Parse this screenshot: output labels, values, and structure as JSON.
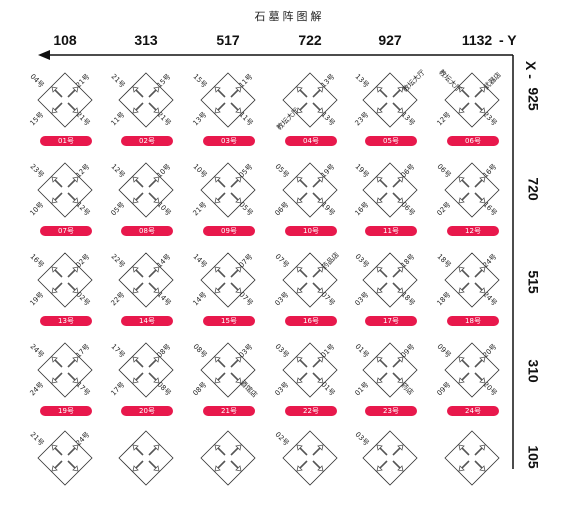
{
  "title": "石墓阵图解",
  "x_axis": {
    "labels": [
      "108",
      "313",
      "517",
      "722",
      "927",
      "1132"
    ],
    "label": "- Y"
  },
  "y_axis": {
    "labels": [
      "925",
      "720",
      "515",
      "310",
      "105"
    ],
    "label": "X -"
  },
  "rows": [
    [
      {
        "tl": "04号",
        "tr": "21号",
        "bl": "15号",
        "br": "21号",
        "name": "01号"
      },
      {
        "tl": "21号",
        "tr": "15号",
        "bl": "11号",
        "br": "21号",
        "name": "02号"
      },
      {
        "tl": "15号",
        "tr": "11号",
        "bl": "13号",
        "br": "11号",
        "name": "03号"
      },
      {
        "tl": "",
        "tr": "13号",
        "bl": "教坛大厅",
        "br": "13号",
        "name": "04号"
      },
      {
        "tl": "13号",
        "tr": "教坛大厅",
        "bl": "23号",
        "br": "13号",
        "name": "05号"
      },
      {
        "tl": "教坛大厅",
        "tr": "武器店",
        "bl": "12号",
        "br": "23号",
        "name": "06号"
      }
    ],
    [
      {
        "tl": "23号",
        "tr": "12号",
        "bl": "10号",
        "br": "12号",
        "name": "07号"
      },
      {
        "tl": "12号",
        "tr": "10号",
        "bl": "05号",
        "br": "10号",
        "name": "08号"
      },
      {
        "tl": "10号",
        "tr": "05号",
        "bl": "21号",
        "br": "05号",
        "name": "09号"
      },
      {
        "tl": "05号",
        "tr": "19号",
        "bl": "06号",
        "br": "19号",
        "name": "10号"
      },
      {
        "tl": "19号",
        "tr": "06号",
        "bl": "16号",
        "br": "06号",
        "name": "11号"
      },
      {
        "tl": "06号",
        "tr": "16号",
        "bl": "02号",
        "br": "16号",
        "name": "12号"
      }
    ],
    [
      {
        "tl": "16号",
        "tr": "02号",
        "bl": "19号",
        "br": "02号",
        "name": "13号"
      },
      {
        "tl": "22号",
        "tr": "14号",
        "bl": "22号",
        "br": "14号",
        "name": "14号"
      },
      {
        "tl": "14号",
        "tr": "07号",
        "bl": "14号",
        "br": "07号",
        "name": "15号"
      },
      {
        "tl": "07号",
        "tr": "药品店",
        "bl": "03号",
        "br": "07号",
        "name": "16号"
      },
      {
        "tl": "03号",
        "tr": "18号",
        "bl": "03号",
        "br": "18号",
        "name": "17号"
      },
      {
        "tl": "18号",
        "tr": "24号",
        "bl": "18号",
        "br": "24号",
        "name": "18号"
      }
    ],
    [
      {
        "tl": "24号",
        "tr": "17号",
        "bl": "24号",
        "br": "17号",
        "name": "19号"
      },
      {
        "tl": "17号",
        "tr": "08号",
        "bl": "17号",
        "br": "08号",
        "name": "20号"
      },
      {
        "tl": "08号",
        "tr": "03号",
        "bl": "08号",
        "br": "酒馆店",
        "name": "21号"
      },
      {
        "tl": "03号",
        "tr": "01号",
        "bl": "03号",
        "br": "01号",
        "name": "22号"
      },
      {
        "tl": "01号",
        "tr": "09号",
        "bl": "01号",
        "br": "药店",
        "name": "23号"
      },
      {
        "tl": "09号",
        "tr": "20号",
        "bl": "09号",
        "br": "20号",
        "name": "24号"
      }
    ],
    [
      {
        "tl": "21号",
        "tr": "24号",
        "bl": "",
        "br": "",
        "name": ""
      },
      {
        "tl": "",
        "tr": "",
        "bl": "",
        "br": "",
        "name": ""
      },
      {
        "tl": "",
        "tr": "",
        "bl": "",
        "br": "",
        "name": ""
      },
      {
        "tl": "02号",
        "tr": "",
        "bl": "",
        "br": "",
        "name": ""
      },
      {
        "tl": "03号",
        "tr": "",
        "bl": "",
        "br": "",
        "name": ""
      },
      {
        "tl": "",
        "tr": "",
        "bl": "",
        "br": "",
        "name": ""
      }
    ]
  ],
  "colors": {
    "pill": "#e8184c",
    "line": "#333333",
    "arrow": "#555555"
  }
}
